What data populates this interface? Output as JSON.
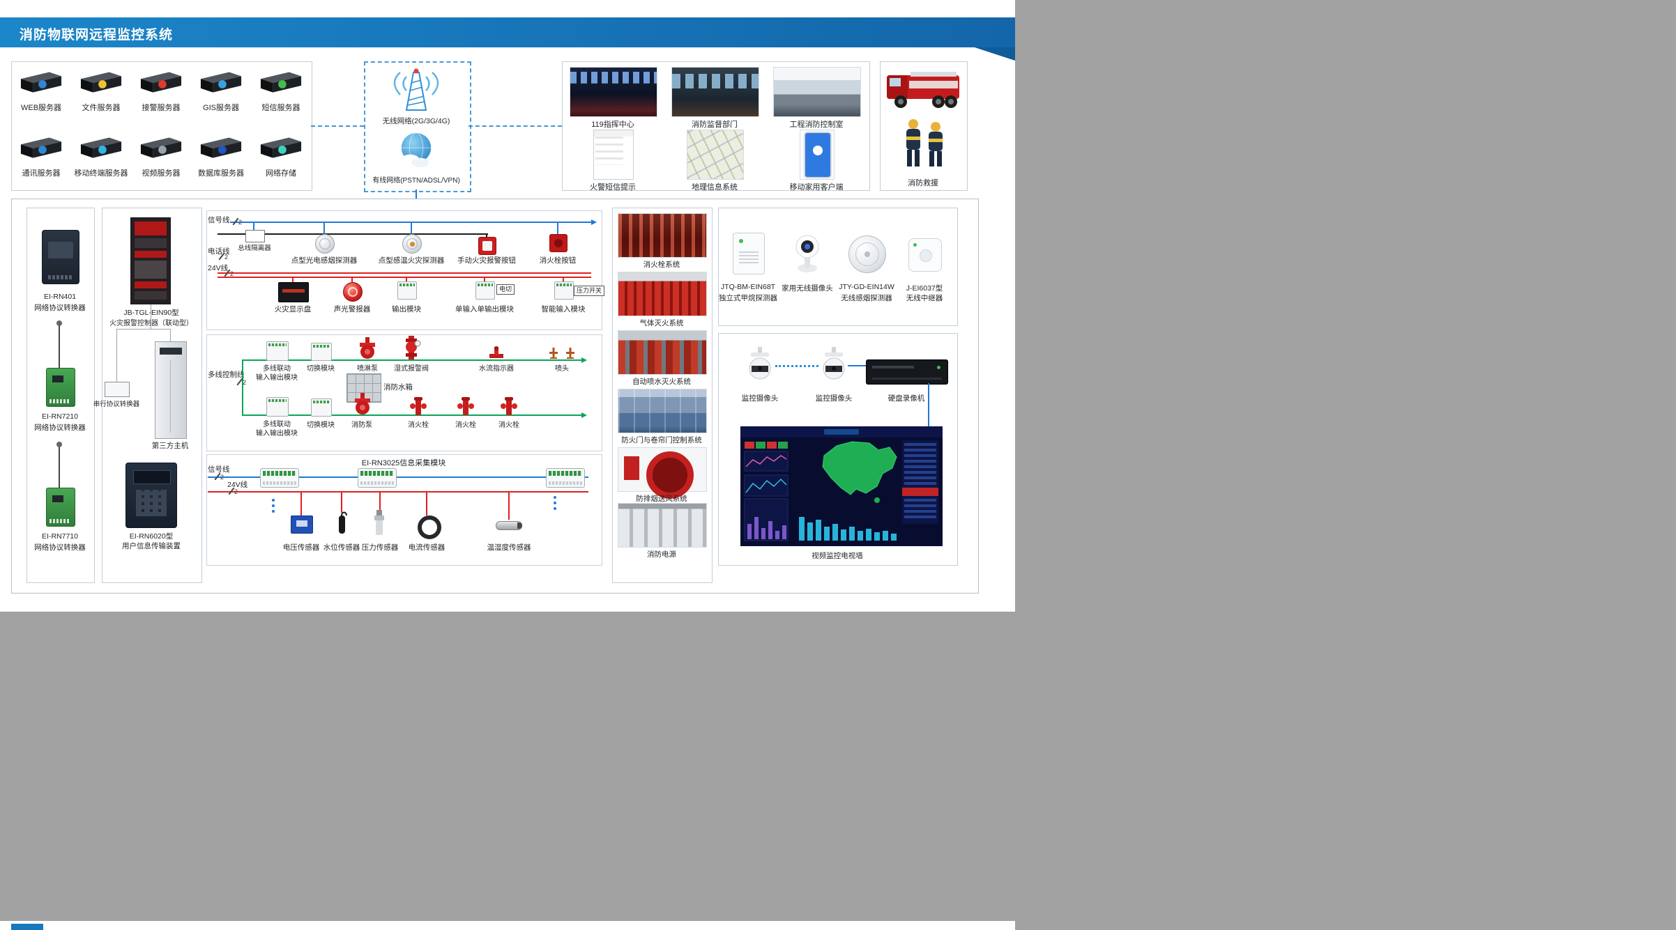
{
  "header": {
    "title": "消防物联网远程监控系统"
  },
  "colors": {
    "accent_blue": "#1779bc",
    "line_blue": "#1f7ad4",
    "line_red": "#e01f1f",
    "line_green": "#0ba558"
  },
  "server_room": {
    "items": [
      {
        "label": "WEB服务器",
        "badge": "#2f86d2"
      },
      {
        "label": "文件服务器",
        "badge": "#efc22e"
      },
      {
        "label": "接警服务器",
        "badge": "#e0392e"
      },
      {
        "label": "GIS服务器",
        "badge": "#35a4e0"
      },
      {
        "label": "短信服务器",
        "badge": "#43bd4e"
      },
      {
        "label": "通讯服务器",
        "badge": "#2f86d2"
      },
      {
        "label": "移动终端服务器",
        "badge": "#34b3e6"
      },
      {
        "label": "视频服务器",
        "badge": "#9aa3ab"
      },
      {
        "label": "数据库服务器",
        "badge": "#2456c0"
      },
      {
        "label": "网络存储",
        "badge": "#3dd0c0"
      }
    ]
  },
  "network": {
    "wireless": "无线网络(2G/3G/4G)",
    "wired": "有线网络(PSTN/ADSL/VPN)"
  },
  "command": {
    "items": [
      {
        "label": "119指挥中心"
      },
      {
        "label": "消防监督部门"
      },
      {
        "label": "工程消防控制室"
      },
      {
        "label": "火警短信提示"
      },
      {
        "label": "地理信息系统"
      },
      {
        "label": "移动家用客户端"
      }
    ]
  },
  "rescue": {
    "label": "消防救援"
  },
  "converters": {
    "items": [
      {
        "model": "EI-RN401",
        "label": "网络协议转换器"
      },
      {
        "model": "EI-RN7210",
        "label": "网络协议转换器"
      },
      {
        "model": "EI-RN7710",
        "label": "网络协议转换器"
      }
    ]
  },
  "controller": {
    "main_model": "JB-TGL-EIN90型",
    "main_label": "火灾报警控制器（联动型）",
    "serial": "串行协议转换器",
    "third_party": "第三方主机",
    "transmitter_model": "EI-RN6020型",
    "transmitter_label": "用户信息传输装置"
  },
  "bus": {
    "signal_line": "信号线",
    "isolator": "总线隔离器",
    "phone_line": "电话线",
    "v24_line": "24V线",
    "wire_count": "2",
    "devices_top": [
      "点型光电感烟探测器",
      "点型感温火灾探测器",
      "手动火灾报警按钮",
      "消火栓按钮"
    ],
    "devices_bottom": [
      "火灾显示盘",
      "声光警报器",
      "输出模块",
      "单输入单输出模块",
      "智能输入模块"
    ],
    "tag_power_cut": "电切",
    "tag_pressure_switch": "压力开关"
  },
  "multiline": {
    "label": "多线控制线",
    "wire_count": "2",
    "module_line1": "多线联动",
    "module_line2": "输入输出模块",
    "switch_module": "切换模块",
    "spray_pump": "喷淋泵",
    "wet_valve": "湿式报警阀",
    "flow_indicator": "水流指示器",
    "sprinkler": "喷头",
    "water_tank": "消防水箱",
    "fire_pump": "消防泵",
    "hydrant": "消火栓"
  },
  "collector": {
    "title": "EI-RN3025信息采集模块",
    "signal_line": "信号线",
    "v24_line": "24V线",
    "wire_count": "2",
    "sensors": [
      "电压传感器",
      "水位传感器",
      "压力传感器",
      "电流传感器",
      "温湿度传感器"
    ]
  },
  "systems": {
    "items": [
      "消火栓系统",
      "气体灭火系统",
      "自动喷水灭火系统",
      "防火门与卷帘门控制系统",
      "防排烟送风系统",
      "消防电源"
    ]
  },
  "wireless_devices": {
    "items": [
      {
        "model": "JTQ-BM-EIN68T",
        "label": "独立式甲烷探测器"
      },
      {
        "model": "",
        "label": "家用无线摄像头"
      },
      {
        "model": "JTY-GD-EIN14W",
        "label": "无线感烟探测器"
      },
      {
        "model": "J-EI6037型",
        "label": "无线中继器"
      }
    ]
  },
  "video": {
    "camera": "监控摄像头",
    "dvr": "硬盘录像机",
    "wall": "视频监控电视墙"
  }
}
